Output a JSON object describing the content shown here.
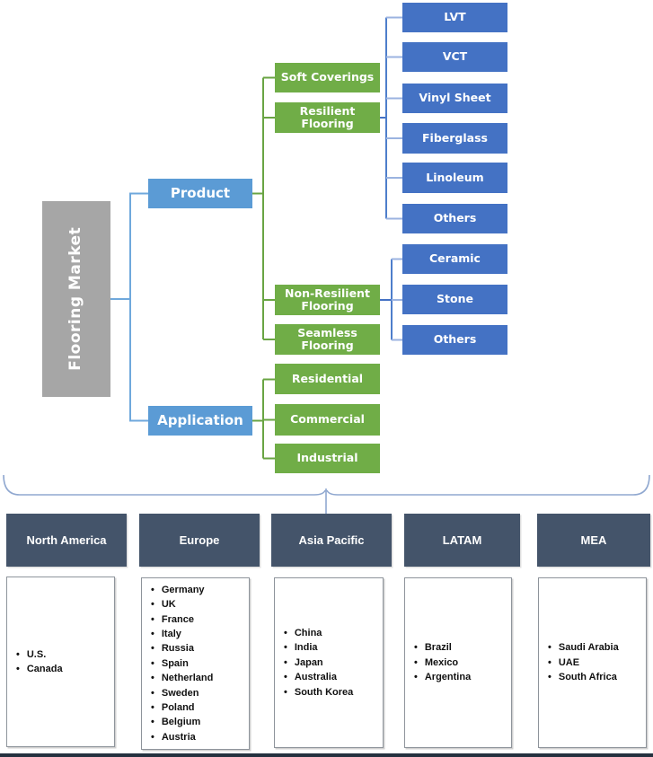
{
  "tree": {
    "root": {
      "label": "Flooring Market"
    },
    "level1": [
      {
        "label": "Product"
      },
      {
        "label": "Application"
      }
    ],
    "product_children": [
      {
        "label": "Soft Coverings",
        "children": []
      },
      {
        "label": "Resilient Flooring",
        "children": [
          "LVT",
          "VCT",
          "Vinyl Sheet",
          "Fiberglass",
          "Linoleum",
          "Others"
        ]
      },
      {
        "label": "Non-Resilient Flooring",
        "children": [
          "Ceramic",
          "Stone",
          "Others"
        ]
      },
      {
        "label": "Seamless Flooring",
        "children": []
      }
    ],
    "application_children": [
      "Residential",
      "Commercial",
      "Industrial"
    ]
  },
  "regions": [
    {
      "name": "North America",
      "items": [
        "U.S.",
        "Canada"
      ]
    },
    {
      "name": "Europe",
      "items": [
        "Germany",
        "UK",
        "France",
        "Italy",
        "Russia",
        "Spain",
        "Netherland",
        "Sweden",
        "Poland",
        "Belgium",
        "Austria"
      ]
    },
    {
      "name": "Asia Pacific",
      "items": [
        "China",
        "India",
        "Japan",
        "Australia",
        "South Korea"
      ]
    },
    {
      "name": "LATAM",
      "items": [
        "Brazil",
        "Mexico",
        "Argentina"
      ]
    },
    {
      "name": "MEA",
      "items": [
        "Saudi Arabia",
        "UAE",
        "South Africa"
      ]
    }
  ],
  "colors": {
    "root_gray": "#A6A6A6",
    "level1_blue": "#5B9BD5",
    "segment_green": "#70AD47",
    "leaf_blue": "#4472C4",
    "region_header_navy": "#44546A",
    "connector_blue": "#6FA8DC",
    "connector_green": "#69A443",
    "brace_blue": "#90A8D0"
  }
}
